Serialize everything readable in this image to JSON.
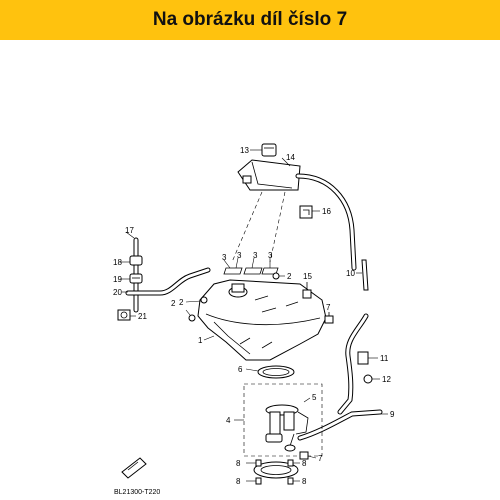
{
  "header": {
    "title": "Na obrázku díl číslo 7",
    "background": "#FFC20E"
  },
  "diagram": {
    "code": "BL21300-T220",
    "callouts": {
      "c1": "1",
      "c2a": "2",
      "c2b": "2",
      "c2c": "2",
      "c3a": "3",
      "c3b": "3",
      "c3c": "3",
      "c3d": "3",
      "c4": "4",
      "c5": "5",
      "c6": "6",
      "c7a": "7",
      "c7b": "7",
      "c8a": "8",
      "c8b": "8",
      "c8c": "8",
      "c8d": "8",
      "c9": "9",
      "c10": "10",
      "c11": "11",
      "c12": "12",
      "c13": "13",
      "c14": "14",
      "c15": "15",
      "c16": "16",
      "c17": "17",
      "c18": "18",
      "c19": "19",
      "c20": "20",
      "c21": "21"
    }
  }
}
